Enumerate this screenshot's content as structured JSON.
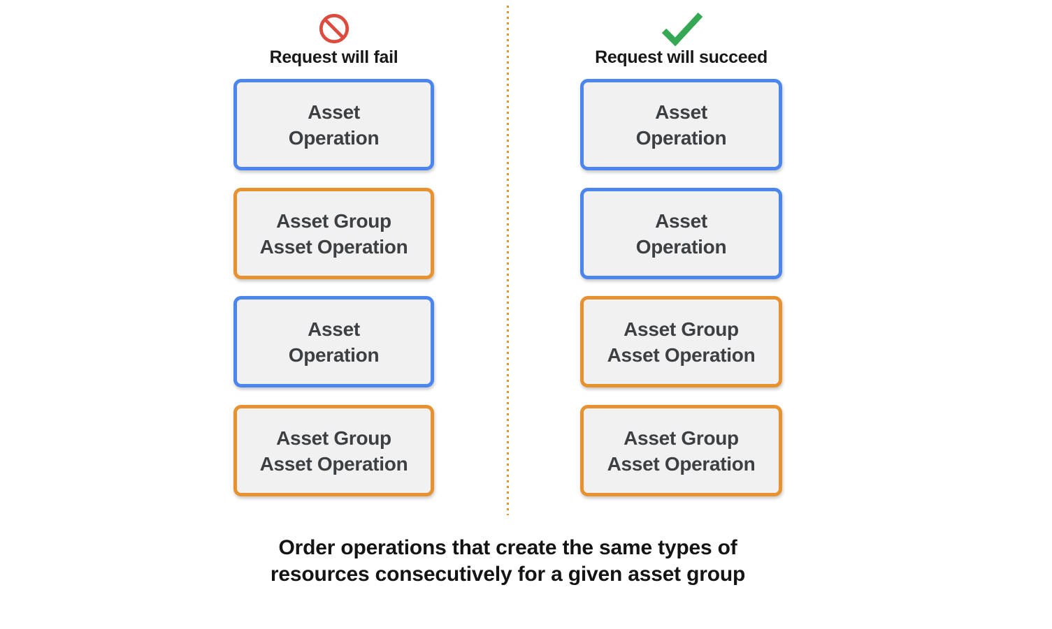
{
  "diagram": {
    "caption_lines": {
      "line1": "Order operations that create the same types of",
      "line2": "resources consecutively for a given asset group"
    },
    "columns": [
      {
        "id": "fail",
        "icon": "no-entry-icon",
        "title": "Request will fail",
        "boxes": [
          {
            "type": "asset_operation",
            "border": "blue",
            "lines": [
              "Asset",
              "Operation"
            ]
          },
          {
            "type": "asset_group_asset_operation",
            "border": "orange",
            "lines": [
              "Asset Group",
              "Asset Operation"
            ]
          },
          {
            "type": "asset_operation",
            "border": "blue",
            "lines": [
              "Asset",
              "Operation"
            ]
          },
          {
            "type": "asset_group_asset_operation",
            "border": "orange",
            "lines": [
              "Asset Group",
              "Asset Operation"
            ]
          }
        ]
      },
      {
        "id": "succeed",
        "icon": "checkmark-icon",
        "title": "Request will succeed",
        "boxes": [
          {
            "type": "asset_operation",
            "border": "blue",
            "lines": [
              "Asset",
              "Operation"
            ]
          },
          {
            "type": "asset_operation",
            "border": "blue",
            "lines": [
              "Asset",
              "Operation"
            ]
          },
          {
            "type": "asset_group_asset_operation",
            "border": "orange",
            "lines": [
              "Asset Group",
              "Asset Operation"
            ]
          },
          {
            "type": "asset_group_asset_operation",
            "border": "orange",
            "lines": [
              "Asset Group",
              "Asset Operation"
            ]
          }
        ]
      }
    ],
    "colors": {
      "blue_border": "#4b86ef",
      "orange_border": "#e8922f",
      "box_fill": "#f1f1f2",
      "box_text": "#3c4043",
      "fail_red": "#dd4b3e",
      "success_green": "#34a853",
      "divider_orange": "#e8922f",
      "heading_text": "#17181a"
    }
  }
}
